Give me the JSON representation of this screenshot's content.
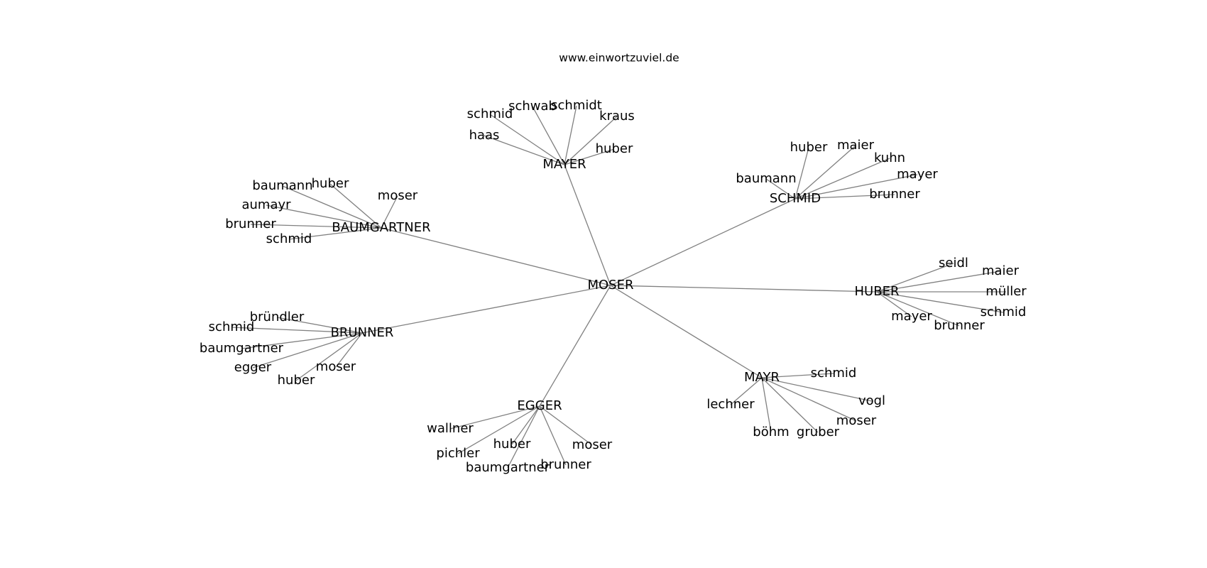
{
  "source_label": "www.einwortzuviel.de",
  "colors": {
    "edge": "#808080",
    "text": "#000000",
    "background": "#ffffff"
  },
  "graph": {
    "center": "MOSER",
    "clusters": [
      {
        "name": "MAYER",
        "leaves": [
          "schmid",
          "schwab",
          "schmidt",
          "kraus",
          "haas",
          "huber"
        ]
      },
      {
        "name": "SCHMID",
        "leaves": [
          "huber",
          "maier",
          "kuhn",
          "baumann",
          "mayer",
          "brunner"
        ]
      },
      {
        "name": "BAUMGARTNER",
        "leaves": [
          "huber",
          "baumann",
          "moser",
          "aumayr",
          "brunner",
          "schmid"
        ]
      },
      {
        "name": "HUBER",
        "leaves": [
          "seidl",
          "maier",
          "müller",
          "schmid",
          "mayer",
          "brunner"
        ]
      },
      {
        "name": "BRUNNER",
        "leaves": [
          "bründler",
          "schmid",
          "baumgartner",
          "egger",
          "moser",
          "huber"
        ]
      },
      {
        "name": "MAYR",
        "leaves": [
          "schmid",
          "lechner",
          "vogl",
          "moser",
          "böhm",
          "gruber"
        ]
      },
      {
        "name": "EGGER",
        "leaves": [
          "wallner",
          "pichler",
          "huber",
          "moser",
          "baumgartner",
          "brunner"
        ]
      }
    ]
  }
}
